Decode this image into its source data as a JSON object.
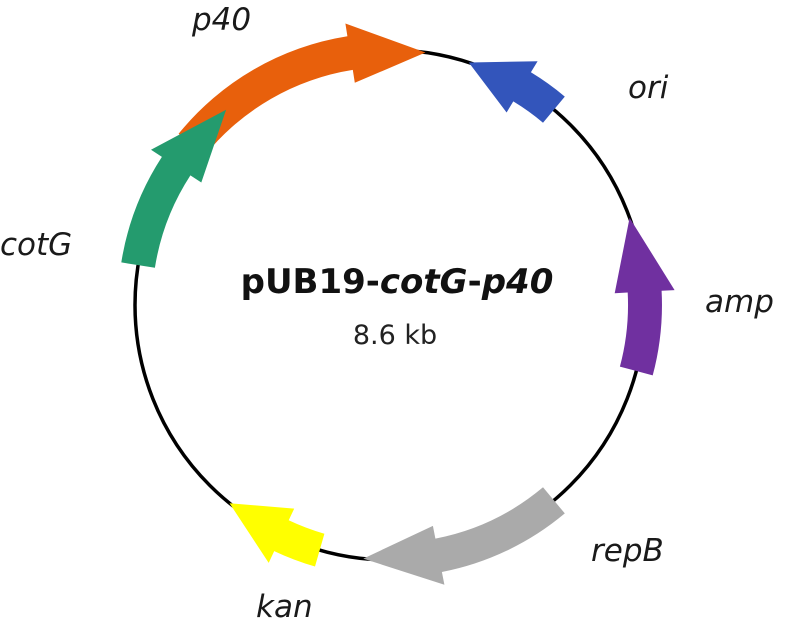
{
  "plasmid": {
    "name_parts": [
      "pUB19-",
      "cotG",
      "-",
      "p40"
    ],
    "size": "8.6 kb"
  },
  "features": [
    {
      "id": "p40",
      "label": "p40",
      "color": "#E8600C",
      "direction": "clockwise"
    },
    {
      "id": "ori",
      "label": "ori",
      "color": "#3355BB",
      "direction": "counterclockwise"
    },
    {
      "id": "amp",
      "label": "amp",
      "color": "#7030A0",
      "direction": "counterclockwise"
    },
    {
      "id": "repB",
      "label": "repB",
      "color": "#AAAAAA",
      "direction": "clockwise"
    },
    {
      "id": "kan",
      "label": "kan",
      "color": "#FFFF00",
      "direction": "clockwise"
    },
    {
      "id": "cotG",
      "label": "cotG",
      "color": "#249B6E",
      "direction": "clockwise"
    }
  ],
  "colors": {
    "backbone": "#000000",
    "background": "#FFFFFF"
  }
}
